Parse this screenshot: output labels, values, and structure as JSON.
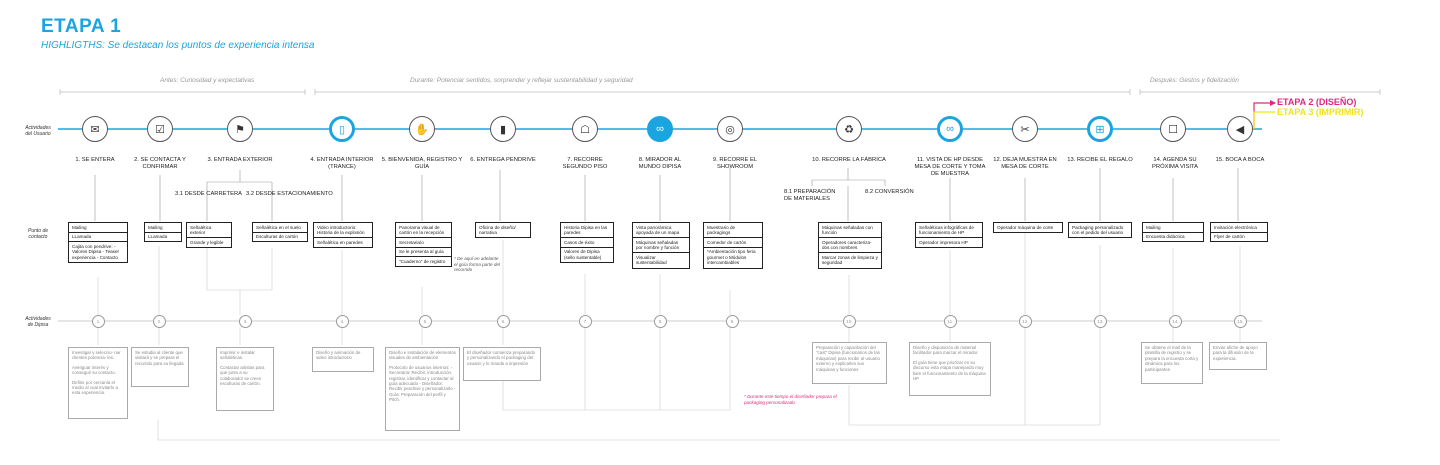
{
  "header": {
    "title": "ETAPA 1",
    "subtitle": "HIGHLIGTHS: Se destacan los puntos de experiencia intensa"
  },
  "phases": {
    "antes": "Antes: Curiosidad y expectativas",
    "durante": "Durante: Potenciar sentidos, sorprender y reflejar sustentabilidad y seguridad",
    "despues": "Después: Gestos y fidelización"
  },
  "labels": {
    "actividades_usuario": "Actividades del Usuario",
    "punto_contacto": "Punto de contacto",
    "actividades_dipisa": "Actividades de Dipisa"
  },
  "etapas": {
    "etapa2": {
      "label": "ETAPA 2 (DISEÑO)",
      "color": "#e0267f"
    },
    "etapa3": {
      "label": "ETAPA 3 (IMPRIMIR)",
      "color": "#f2e21a"
    }
  },
  "steps": [
    {
      "id": "s1",
      "label": "1. SE ENTERA",
      "icon": "envelope-icon"
    },
    {
      "id": "s2",
      "label": "2. SE CONTACTA Y CONFIRMAR",
      "icon": "clipboard-check-icon"
    },
    {
      "id": "s3",
      "label": "3. ENTRADA EXTERIOR",
      "icon": "signpost-icon"
    },
    {
      "id": "s4",
      "label": "4. ENTRADA INTERIOR (TRANCE)",
      "icon": "door-icon"
    },
    {
      "id": "s5",
      "label": "5. BIENVENIDA, REGISTRO Y GUÍA",
      "icon": "handshake-icon"
    },
    {
      "id": "s6",
      "label": "6. ENTREGA PENDRIVE",
      "icon": "usb-icon"
    },
    {
      "id": "s7",
      "label": "7. RECORRE SEGUNDO PISO",
      "icon": "walking-icon"
    },
    {
      "id": "s8",
      "label": "8. MIRADOR AL MUNDO DIPISA",
      "icon": "binoculars-icon"
    },
    {
      "id": "s9",
      "label": "9. RECORRE EL SHOWROOM",
      "icon": "eyes-icon"
    },
    {
      "id": "s10",
      "label": "10. RECORRE LA FÁBRICA",
      "icon": "recycle-icon"
    },
    {
      "id": "s11",
      "label": "11. VISTA DE HP DESDE MESA DE CORTE Y TOMA DE MUESTRA",
      "icon": "binoculars-icon"
    },
    {
      "id": "s12",
      "label": "12. DEJA MUESTRA EN MESA DE CORTE",
      "icon": "scissors-icon"
    },
    {
      "id": "s13",
      "label": "13. RECIBE EL REGALO",
      "icon": "gift-icon"
    },
    {
      "id": "s14",
      "label": "14. AGENDA SU PRÓXIMA VISITA",
      "icon": "calendar-icon"
    },
    {
      "id": "s15",
      "label": "15. BOCA A BOCA",
      "icon": "megaphone-icon"
    }
  ],
  "substeps": {
    "s3_1": "3.1 DESDE CARRETERA",
    "s3_2": "3.2 DESDE ESTACIONAMIENTO",
    "s8_1": "8.1 PREPARACIÓN DE MATERIALES",
    "s8_2": "8.2 CONVERSIÓN"
  },
  "contact": {
    "c1": [
      "Mailing",
      "LLamada",
      "Cajita con pendrive: - Valores Dipisa - Teaser experiencia - Contacto"
    ],
    "c2": [
      "Mailing",
      "LLamada"
    ],
    "c3a": [
      "Señalética exterior",
      "Grande y legible"
    ],
    "c3b": [
      "Señalética en el suelo",
      "Esculturas de cartón"
    ],
    "c4": [
      "Video introductorio: Historia de la explosión",
      "Señalética en paredes"
    ],
    "c5": [
      "Panorama visual de cartón en la recepción",
      "Secretaria/o",
      "Se le presenta al guía",
      "\"Cuaderno\" de registro"
    ],
    "c6": [
      "Oficina de diseño/ narrativa"
    ],
    "c7": [
      "Historia Dipisa en las paredes",
      "Casos de éxito",
      "Valores de Dipisa (sello sustentable)"
    ],
    "c8": [
      "Vista panorámica apoyada de un mapa",
      "Máquinas señaladas por nombre y función",
      "Visualizar sustentabilidad"
    ],
    "c9": [
      "Muestrario de packagings",
      "Comedor de cartón",
      "*Ambientación tipo feria gourmet o Módulos intercambiables"
    ],
    "c10": [
      "Máquinas señaladas con función",
      "Operadores caracteriza- dos con nombres",
      "Marcar zonas de limpieza y seguridad"
    ],
    "c11": [
      "Señaléticas infográficas de funcionamiento de HP",
      "Operador impresora HP"
    ],
    "c12": [
      "Operador máquina de corte"
    ],
    "c13": [
      "Packaging personalizado con el pedido del usuario"
    ],
    "c14": [
      "Mailing",
      "Encuesta didáctica"
    ],
    "c15": [
      "Invitación electrónica",
      "Flyer de cartón"
    ]
  },
  "notes": {
    "pendrive": "* De aquí en adelante el guía forma parte del recorrido",
    "disenador": "* Durante este tiempo el diseñador prepara el packaging personalizado"
  },
  "dipisa_nodes": [
    "1.",
    "2.",
    "3.",
    "4.",
    "5.",
    "6.",
    "7.",
    "8.",
    "9.",
    "10.",
    "11.",
    "12.",
    "13.",
    "14.",
    "15."
  ],
  "dipisa": {
    "d1": [
      "Investigar y seleccio- nar clientes potencia- les.",
      "Averiguar interés y conseguir su contacto.",
      "Definir por cercanía el medio al cual invitarlo a esta experiencia."
    ],
    "d2": [
      "Se estudia al cliente que visitará y se prepara el recorrido para su llegada"
    ],
    "d3": [
      "Imprimir e instalar señaléticas.",
      "Contactar artistas para que junto a su colaborador se creen esculturas de cartón."
    ],
    "d4": [
      "Diseño y animación de video introductorio"
    ],
    "d5": [
      "Diseño e instalación de elementos visuales de ambientación",
      "Protocolo de usuarios internos: - Secretaria: Recibir, introducción, registrar, identificar y contactar al guía adecuado - Diseñador: Recibir pendrive y personalizarlo - Guía: Preparación del perfil y Pitch."
    ],
    "d6": [
      "El diseñador comienza preparando y personalizando el packaging del usuario y lo manda a impresión"
    ],
    "d10": [
      "Preparación y capacitación del \"cast\" Dipisa (funcionarios de las máquinas) para recibir al usuario externo y explicarles sus máquinas y funciones"
    ],
    "d11": [
      "Diseño y disposición de material facilitador para marcar el mirador.",
      "El guía tiene que priorizar en su discurso esta etapa manejando muy bien el funcionamiento de la máquina HP"
    ],
    "d14": [
      "Se obtiene el mail de la plantilla de registro y se prepara la encuesta corta y dinámica para los participantes"
    ],
    "d15": [
      "Enviar afiche de apoyo para la difusión de la experiencia."
    ]
  },
  "colors": {
    "accent": "#1aa5e0",
    "pink": "#e0267f",
    "yellow": "#f2e21a",
    "grey": "#999999"
  }
}
